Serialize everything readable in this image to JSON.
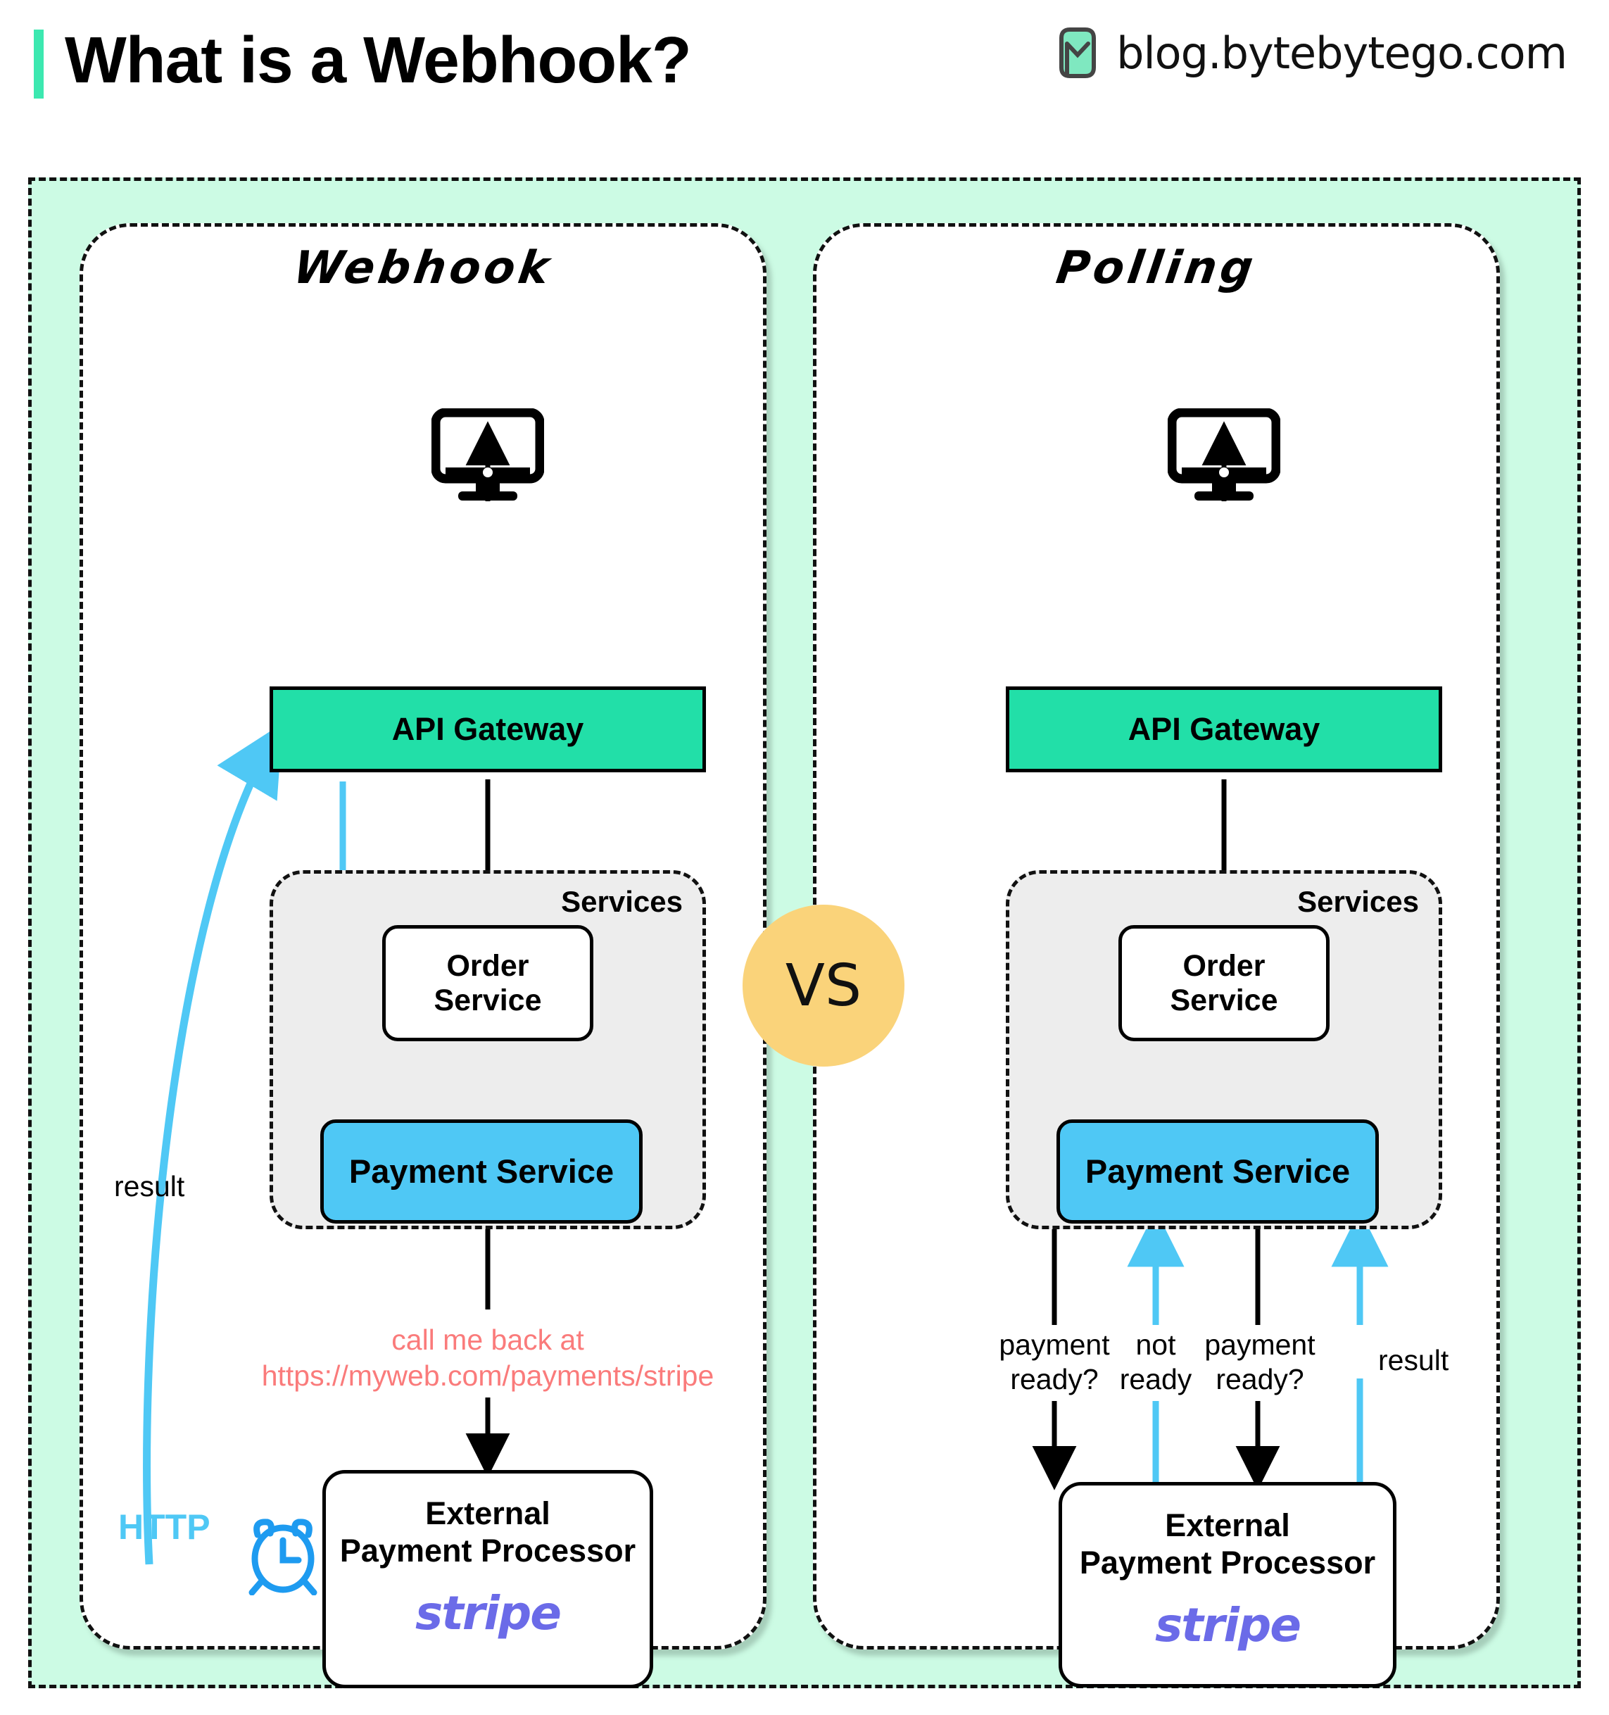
{
  "header": {
    "title": "What is a Webhook?",
    "brand_text": "blog.bytebytego.com",
    "accent_color": "#3CE8B0",
    "logo_icon": "bytebytego-logo-icon"
  },
  "colors": {
    "outer_background": "#CCFBE4",
    "api_gateway": "#22DFA8",
    "payment_service": "#4FC8F5",
    "services_group": "#EDEDED",
    "blue_arrow": "#4FC8F5",
    "callback_text": "#FA7B7B",
    "vs_badge": "#FAD37A",
    "stripe_logo": "#6B6BE8"
  },
  "comparison": {
    "vs_label": "VS"
  },
  "panels": [
    {
      "id": "webhook",
      "title": "Webhook",
      "client_icon": "desktop-monitor-icon",
      "api_gateway": "API Gateway",
      "services_label": "Services",
      "order_service": "Order\nService",
      "order_service_line1": "Order",
      "order_service_line2": "Service",
      "payment_service": "Payment Service",
      "external_processor_line1": "External",
      "external_processor_line2": "Payment Processor",
      "external_processor_logo": "stripe",
      "callback_line1": "call me back at",
      "callback_line2": "https://myweb.com/payments/stripe",
      "result_label": "result",
      "http_label": "HTTP",
      "alarm_icon": "alarm-clock-icon"
    },
    {
      "id": "polling",
      "title": "Polling",
      "client_icon": "desktop-monitor-icon",
      "api_gateway": "API Gateway",
      "services_label": "Services",
      "order_service_line1": "Order",
      "order_service_line2": "Service",
      "payment_service": "Payment Service",
      "external_processor_line1": "External",
      "external_processor_line2": "Payment Processor",
      "external_processor_logo": "stripe",
      "poll_labels": [
        {
          "line1": "payment",
          "line2": "ready?",
          "direction": "down",
          "color": "black"
        },
        {
          "line1": "not",
          "line2": "ready",
          "direction": "up",
          "color": "blue"
        },
        {
          "line1": "payment",
          "line2": "ready?",
          "direction": "down",
          "color": "black"
        },
        {
          "line1": "result",
          "line2": "",
          "direction": "up",
          "color": "blue"
        }
      ]
    }
  ]
}
